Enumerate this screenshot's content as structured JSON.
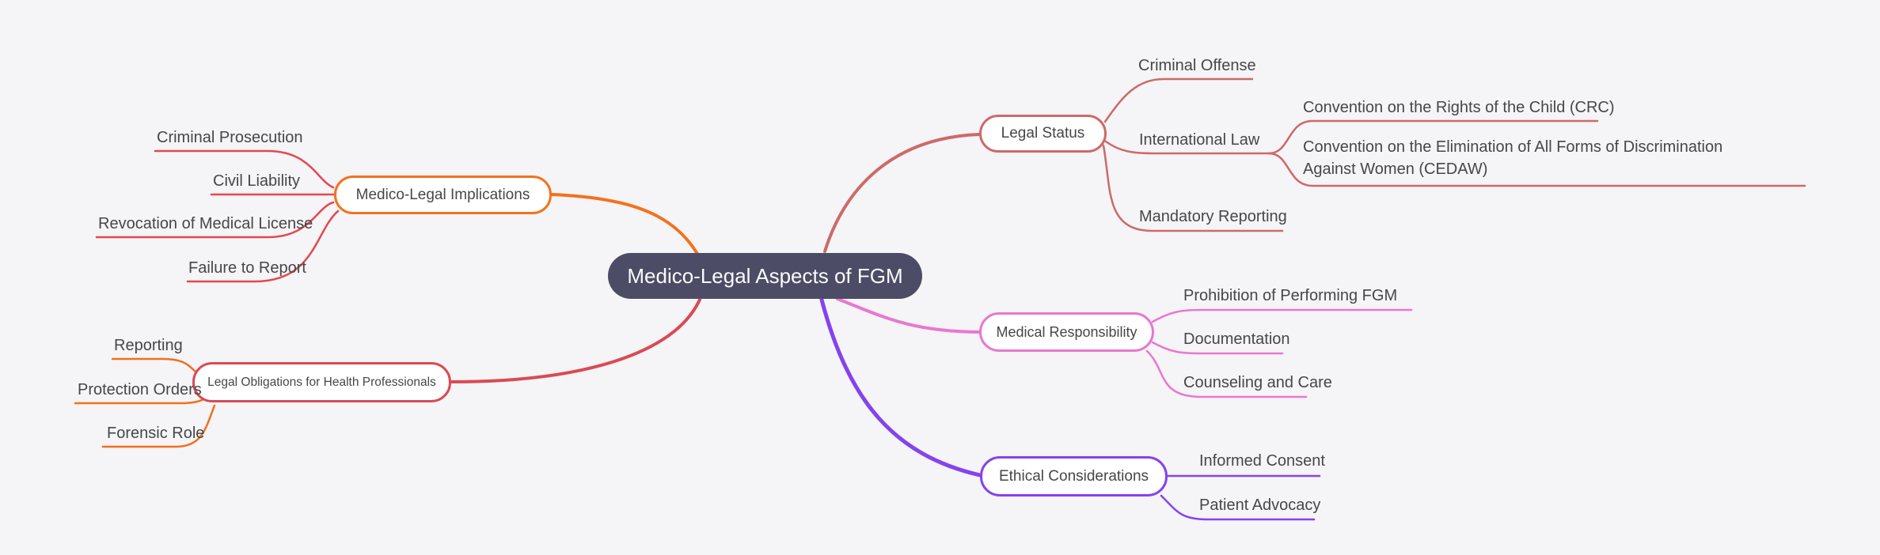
{
  "diagram": {
    "type": "mindmap",
    "background_color": "#f5f4f6",
    "text_color": "#474747"
  },
  "root": {
    "label": "Medico-Legal Aspects of FGM",
    "fill_color": "#4c4c66",
    "text_color": "#fafafa"
  },
  "branches": [
    {
      "label": "Medico-Legal Implications",
      "node_color": "#f3721c",
      "link_color": "#f3721c",
      "child_link_color": "#e2494f",
      "children": [
        {
          "label": "Criminal Prosecution"
        },
        {
          "label": "Civil Liability"
        },
        {
          "label": "Revocation of Medical License"
        },
        {
          "label": "Failure to Report"
        }
      ]
    },
    {
      "label": "Legal Obligations for Health Professionals",
      "node_color": "#d94a55",
      "link_color": "#d94a55",
      "child_link_color": "#f07021",
      "children": [
        {
          "label": "Reporting"
        },
        {
          "label": "Protection Orders"
        },
        {
          "label": "Forensic Role"
        }
      ]
    },
    {
      "label": "Legal Status",
      "node_color": "#cc6a6a",
      "link_color": "#cc6a6a",
      "child_link_color": "#cc6a6a",
      "children": [
        {
          "label": "Criminal Offense"
        },
        {
          "label": "International Law",
          "children": [
            {
              "label": "Convention on the Rights of the Child (CRC)"
            },
            {
              "label": "Convention on the Elimination of All Forms of Discrimination Against Women (CEDAW)"
            }
          ]
        },
        {
          "label": "Mandatory Reporting"
        }
      ]
    },
    {
      "label": "Medical Responsibility",
      "node_color": "#e878d0",
      "link_color": "#e878d0",
      "child_link_color": "#e878d0",
      "children": [
        {
          "label": "Prohibition of Performing FGM"
        },
        {
          "label": "Documentation"
        },
        {
          "label": "Counseling and Care"
        }
      ]
    },
    {
      "label": "Ethical Considerations",
      "node_color": "#8543ee",
      "link_color": "#8543ee",
      "child_link_color": "#8543ee",
      "children": [
        {
          "label": "Informed Consent"
        },
        {
          "label": "Patient Advocacy"
        }
      ]
    }
  ]
}
